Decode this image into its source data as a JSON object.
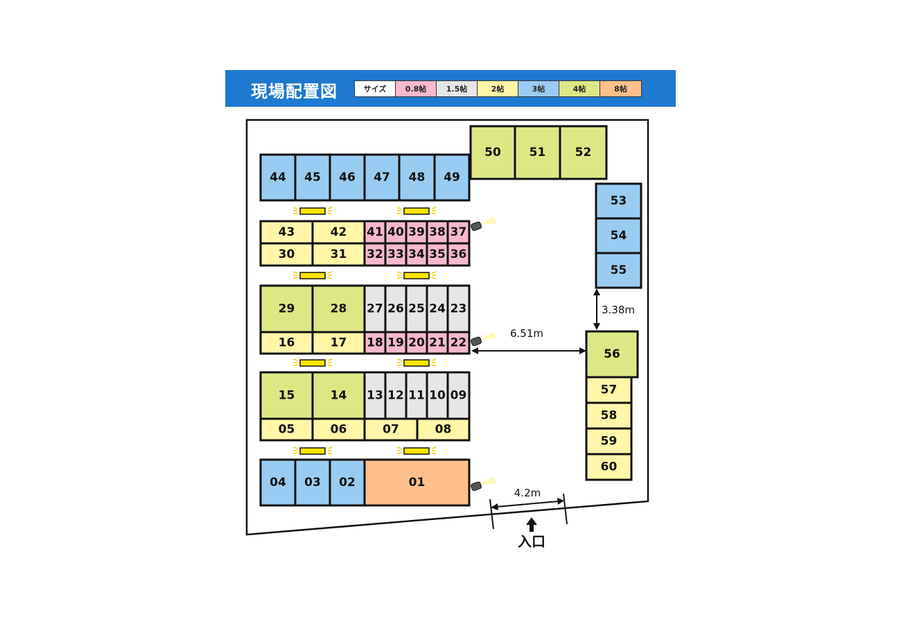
{
  "title": "現場配置図",
  "legend": [
    {
      "label": "サイズ",
      "color": "#ffffff"
    },
    {
      "label": "0.8帖",
      "color": "#f7b8cf"
    },
    {
      "label": "1.5帖",
      "color": "#e6e6e6"
    },
    {
      "label": "2帖",
      "color": "#fff6a8"
    },
    {
      "label": "3帖",
      "color": "#99ccf2"
    },
    {
      "label": "4帖",
      "color": "#dde885"
    },
    {
      "label": "8帖",
      "color": "#ffbf8a"
    }
  ],
  "colors": {
    "header": "#1e7ad0",
    "size_0_8": "#f7b8cf",
    "size_1_5": "#e6e6e6",
    "size_2": "#fff6a8",
    "size_3": "#99ccf2",
    "size_4": "#dde885",
    "size_8": "#ffbf8a",
    "light": "#ffe600"
  },
  "units": [
    {
      "id": "44",
      "size": "3帖"
    },
    {
      "id": "45",
      "size": "3帖"
    },
    {
      "id": "46",
      "size": "3帖"
    },
    {
      "id": "47",
      "size": "3帖"
    },
    {
      "id": "48",
      "size": "3帖"
    },
    {
      "id": "49",
      "size": "3帖"
    },
    {
      "id": "50",
      "size": "4帖"
    },
    {
      "id": "51",
      "size": "4帖"
    },
    {
      "id": "52",
      "size": "4帖"
    },
    {
      "id": "53",
      "size": "3帖"
    },
    {
      "id": "54",
      "size": "3帖"
    },
    {
      "id": "55",
      "size": "3帖"
    },
    {
      "id": "43",
      "size": "2帖"
    },
    {
      "id": "42",
      "size": "2帖"
    },
    {
      "id": "41",
      "size": "0.8帖"
    },
    {
      "id": "40",
      "size": "0.8帖"
    },
    {
      "id": "39",
      "size": "0.8帖"
    },
    {
      "id": "38",
      "size": "0.8帖"
    },
    {
      "id": "37",
      "size": "0.8帖"
    },
    {
      "id": "30",
      "size": "2帖"
    },
    {
      "id": "31",
      "size": "2帖"
    },
    {
      "id": "32",
      "size": "0.8帖"
    },
    {
      "id": "33",
      "size": "0.8帖"
    },
    {
      "id": "34",
      "size": "0.8帖"
    },
    {
      "id": "35",
      "size": "0.8帖"
    },
    {
      "id": "36",
      "size": "0.8帖"
    },
    {
      "id": "29",
      "size": "4帖"
    },
    {
      "id": "28",
      "size": "4帖"
    },
    {
      "id": "27",
      "size": "1.5帖"
    },
    {
      "id": "26",
      "size": "1.5帖"
    },
    {
      "id": "25",
      "size": "1.5帖"
    },
    {
      "id": "24",
      "size": "1.5帖"
    },
    {
      "id": "23",
      "size": "1.5帖"
    },
    {
      "id": "16",
      "size": "2帖"
    },
    {
      "id": "17",
      "size": "2帖"
    },
    {
      "id": "18",
      "size": "0.8帖"
    },
    {
      "id": "19",
      "size": "0.8帖"
    },
    {
      "id": "20",
      "size": "0.8帖"
    },
    {
      "id": "21",
      "size": "0.8帖"
    },
    {
      "id": "22",
      "size": "0.8帖"
    },
    {
      "id": "15",
      "size": "4帖"
    },
    {
      "id": "14",
      "size": "4帖"
    },
    {
      "id": "13",
      "size": "1.5帖"
    },
    {
      "id": "12",
      "size": "1.5帖"
    },
    {
      "id": "11",
      "size": "1.5帖"
    },
    {
      "id": "10",
      "size": "1.5帖"
    },
    {
      "id": "09",
      "size": "1.5帖"
    },
    {
      "id": "05",
      "size": "2帖"
    },
    {
      "id": "06",
      "size": "2帖"
    },
    {
      "id": "07",
      "size": "2帖"
    },
    {
      "id": "08",
      "size": "2帖"
    },
    {
      "id": "04",
      "size": "3帖"
    },
    {
      "id": "03",
      "size": "3帖"
    },
    {
      "id": "02",
      "size": "3帖"
    },
    {
      "id": "01",
      "size": "8帖"
    },
    {
      "id": "56",
      "size": "4帖"
    },
    {
      "id": "57",
      "size": "2帖"
    },
    {
      "id": "58",
      "size": "2帖"
    },
    {
      "id": "59",
      "size": "2帖"
    },
    {
      "id": "60",
      "size": "2帖"
    }
  ],
  "dimensions": {
    "gap_vertical": "3.38m",
    "gap_horizontal": "6.51m",
    "entrance_width": "4.2m"
  },
  "entrance_label": "入口"
}
